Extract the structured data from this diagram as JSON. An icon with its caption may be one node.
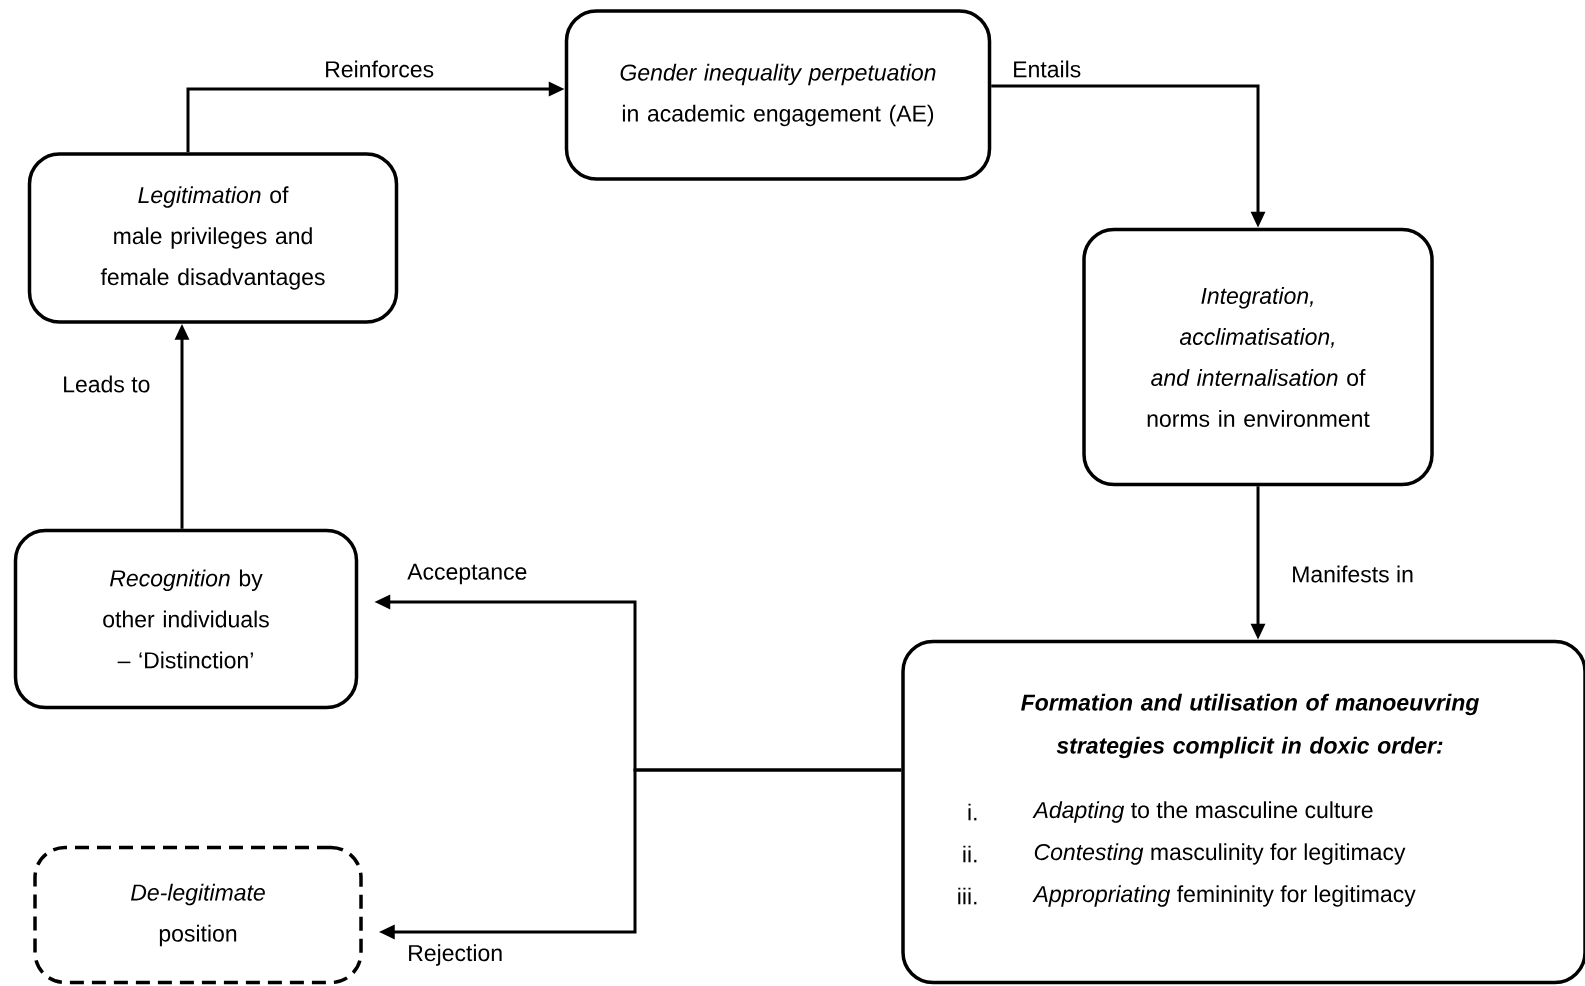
{
  "diagram": {
    "nodes": [
      {
        "text": [
          "*Gender inequality perpetuation* in academic engagement (AE)"
        ]
      },
      {
        "text": [
          "*Legitimation* of male privileges and female disadvantages"
        ]
      },
      {
        "text": [
          "*Integration, acclimatisation, and internalisation* of norms in environment"
        ]
      },
      {
        "text": [
          "*Recognition* by other individuals – ‘Distinction’"
        ]
      },
      {
        "text": [
          "*De-legitimate* position"
        ]
      },
      {
        "text": [
          "Formation and utilisation of manoeuvring strategies complicit in doxic order:",
          "i.",
          "*Adapting* to the masculine culture",
          "ii.",
          "*Contesting* masculinity for legitimacy",
          "iii.",
          "*Appropriating* femininity for legitimacy"
        ]
      }
    ],
    "edges": [
      {
        "from": 1,
        "to": 0,
        "arrow": "to",
        "label": "Reinforces"
      },
      {
        "from": 0,
        "to": 2,
        "arrow": "to",
        "label": "Entails"
      },
      {
        "from": 2,
        "to": 5,
        "arrow": "to",
        "label": "Manifests in"
      },
      {
        "from": 3,
        "to": 1,
        "arrow": "to",
        "label": "Leads to"
      },
      {
        "from": 5,
        "to": 3,
        "arrow": "to",
        "label": "Acceptance"
      },
      {
        "from": 5,
        "to": 4,
        "arrow": "to",
        "label": "Rejection"
      }
    ]
  }
}
